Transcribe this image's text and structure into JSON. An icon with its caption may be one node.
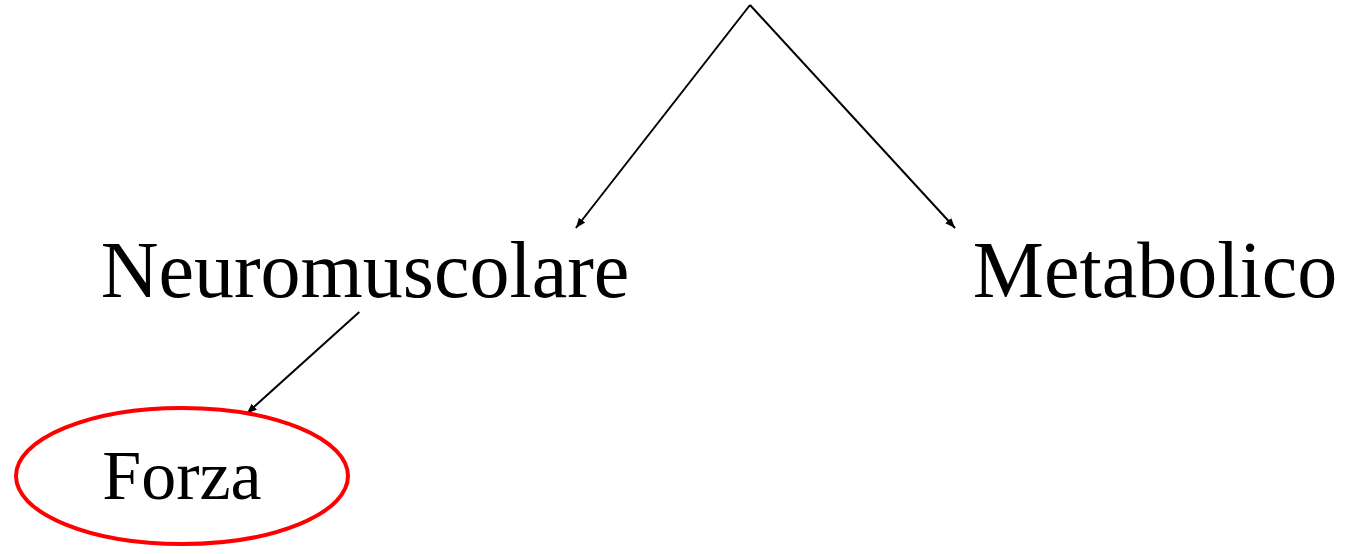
{
  "diagram": {
    "nodes": [
      {
        "text": [
          "Neuromuscolare"
        ]
      },
      {
        "text": [
          "Metabolico"
        ]
      },
      {
        "text": [
          "Forza"
        ]
      }
    ],
    "edges": [
      {
        "from": null,
        "to": 0,
        "arrow": "to"
      },
      {
        "from": null,
        "to": 1,
        "arrow": "to"
      },
      {
        "from": 0,
        "to": 2,
        "arrow": "to"
      }
    ]
  }
}
